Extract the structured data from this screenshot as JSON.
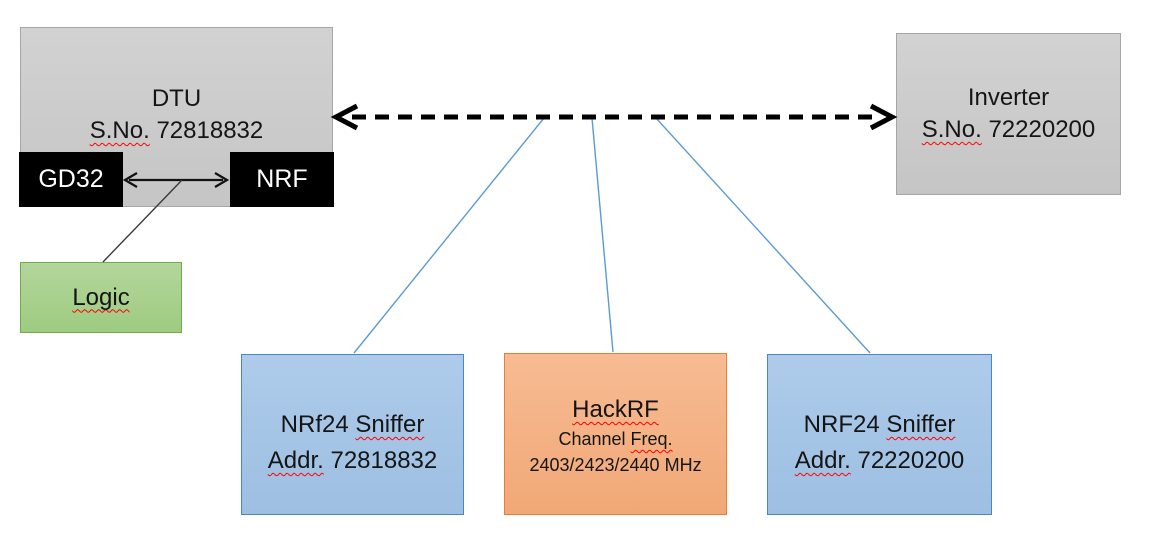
{
  "dtu": {
    "title": "DTU",
    "serial_label": "S.No.",
    "serial_number": "72818832",
    "gd32_chip_label": "GD32",
    "nrf_chip_label": "NRF"
  },
  "logic": {
    "label": "Logic"
  },
  "inverter": {
    "title": "Inverter",
    "serial_label": "S.No.",
    "serial_number": "72220200"
  },
  "sniffer_left": {
    "line1_prefix": "NRf24",
    "line1_word": "Sniffer",
    "line2_word": "Addr.",
    "line2_value": "72818832"
  },
  "hackrf": {
    "title": "HackRF",
    "line2_prefix": "Channel",
    "line2_word": "Freq.",
    "line3": "2403/2423/2440 MHz"
  },
  "sniffer_right": {
    "line1_prefix": "NRF24",
    "line1_word": "Sniffer",
    "line2_word": "Addr.",
    "line2_value": "72220200"
  },
  "colors": {
    "gray_fill": "#c9c9c9",
    "gray_border": "#a6a6a6",
    "chip_fill": "#000000",
    "chip_text": "#ffffff",
    "green_fill": "#a9d18e",
    "green_border": "#70ad47",
    "blue_fill": "#a7c6e8",
    "blue_border": "#4a86c5",
    "orange_fill": "#f4b183",
    "orange_border": "#ed7d31",
    "connector_blue": "#5b9bd5",
    "arrow_black": "#000000",
    "squiggle_red": "#ff0000"
  }
}
